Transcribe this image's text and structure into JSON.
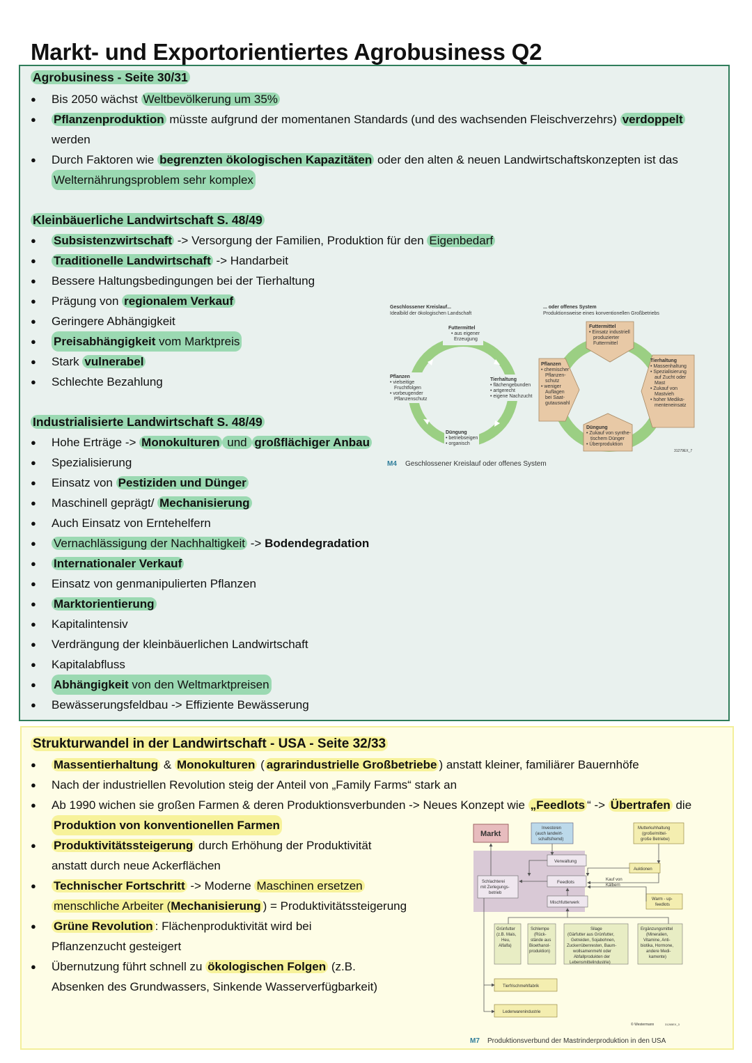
{
  "title": "Markt- und Exportorientiertes Agrobusiness Q2",
  "section1": {
    "heading": "Agrobusiness - Seite 30/31",
    "b1": {
      "a": "Bis 2050 wächst ",
      "h": "Weltbevölkerung um 35%"
    },
    "b2": {
      "h1": "Pflanzenproduktion",
      "a": " müsste aufgrund der momentanen Standards (und des wachsenden Fleischverzehrs) ",
      "h2": "verdoppelt",
      "line2": "werden"
    },
    "b3": {
      "a": "Durch Faktoren wie ",
      "h": "begrenzten ökologischen Kapazitäten",
      "b": " oder den alten & neuen Landwirtschaftskonzepten ist das",
      "line2": "Welternährungsproblem sehr komplex"
    }
  },
  "section2": {
    "heading": "Kleinbäuerliche Landwirtschaft S. 48/49",
    "b1": {
      "h": "Subsistenzwirtschaft",
      "a": " -> Versorgung der Familien, Produktion für den ",
      "h2": "Eigenbedarf"
    },
    "b2": {
      "h": "Traditionelle Landwirtschaft",
      "a": " -> Handarbeit"
    },
    "b3": "Bessere Haltungsbedingungen bei der Tierhaltung",
    "b4": {
      "a": "Prägung von ",
      "h": "regionalem Verkauf"
    },
    "b5": "Geringere Abhängigkeit",
    "b6": {
      "h": "Preisabhängigkeit",
      "a": " vom Marktpreis"
    },
    "b7": {
      "a": "Stark ",
      "h": "vulnerabel"
    },
    "b8": "Schlechte Bezahlung"
  },
  "section3": {
    "heading": "Industrialisierte Landwirtschaft S. 48/49",
    "b1": {
      "a": "Hohe Erträge -> ",
      "h1": "Monokulturen",
      "b": " und ",
      "h2": "großflächiger Anbau"
    },
    "b2": "Spezialisierung",
    "b3": {
      "a": "Einsatz von ",
      "h": "Pestiziden und Dünger"
    },
    "b4": {
      "a": "Maschinell geprägt/ ",
      "h": "Mechanisierung"
    },
    "b5": "Auch Einsatz von Erntehelfern",
    "b6": {
      "h": "Vernachlässigung der Nachhaltigkeit",
      "a": " -> ",
      "bold": "Bodendegradation"
    },
    "b7": {
      "h": "Internationaler Verkauf"
    },
    "b8": "Einsatz von genmanipulierten Pflanzen",
    "b9": {
      "h": "Marktorientierung"
    },
    "b10": "Kapitalintensiv",
    "b11": "Verdrängung der kleinbäuerlichen Landwirtschaft",
    "b12": "Kapitalabfluss",
    "b13": {
      "h": "Abhängigkeit",
      "a": " von den Weltmarktpreisen"
    },
    "b14": "Bewässerungsfeldbau -> Effiziente Bewässerung"
  },
  "m4": {
    "left_title": "Geschlossener Kreislauf...",
    "left_sub": "Idealbild der ökologischen Landschaft",
    "right_title": "... oder offenes System",
    "right_sub": "Produktionsweise eines konventionellen Großbetriebs",
    "l_futter": "Futtermittel",
    "l_futter_1": "• aus eigener",
    "l_futter_2": "Erzeugung",
    "l_pflanzen": "Pflanzen",
    "l_pflanzen_1": "• vielseitige",
    "l_pflanzen_2": "Fruchtfolgen",
    "l_pflanzen_3": "• vorbeugender",
    "l_pflanzen_4": "Pflanzenschutz",
    "l_tier": "Tierhaltung",
    "l_tier_1": "• flächengebunden",
    "l_tier_2": "• artgerecht",
    "l_tier_3": "• eigene Nachzucht",
    "l_dueng": "Düngung",
    "l_dueng_1": "• betriebseigen",
    "l_dueng_2": "• organisch",
    "r_futter": "Futtermittel",
    "r_futter_1": "• Einsatz industriell",
    "r_futter_2": "produzierter",
    "r_futter_3": "Futtermittel",
    "r_pflanzen": "Pflanzen",
    "r_pflanzen_1": "• chemischer",
    "r_pflanzen_2": "Pflanzen-",
    "r_pflanzen_3": "schutz",
    "r_pflanzen_4": "• weniger",
    "r_pflanzen_5": "Auflagen",
    "r_pflanzen_6": "bei Saat-",
    "r_pflanzen_7": "gutauswahl",
    "r_tier": "Tierhaltung",
    "r_tier_1": "• Massenhaltung",
    "r_tier_2": "• Spezialisierung",
    "r_tier_3": "auf Zucht oder",
    "r_tier_4": "Mast",
    "r_tier_5": "• Zukauf von",
    "r_tier_6": "Mastvieh",
    "r_tier_7": "• hoher Medika-",
    "r_tier_8": "menteneinsatz",
    "r_dueng": "Düngung",
    "r_dueng_1": "• Zukauf von synthe-",
    "r_dueng_2": "tischem Dünger",
    "r_dueng_3": "• Überproduktion",
    "code": "31279EX_7",
    "cap_num": "M4",
    "caption": "Geschlossener Kreislauf oder offenes System"
  },
  "section4": {
    "heading": "Strukturwandel in der Landwirtschaft - USA - Seite 32/33",
    "b1": {
      "h1": "Massentierhaltung",
      "a": " & ",
      "h2": "Monokulturen",
      "b": " (",
      "h3": "agrarindustrielle Großbetriebe",
      "c": ") anstatt kleiner, familiärer Bauernhöfe"
    },
    "b2": "Nach der industriellen Revolution steig der Anteil von „Family Farms“ stark an",
    "b3": {
      "a": "Ab 1990 wichen sie großen Farmen & deren Produktionsverbunden -> Neues Konzept wie ",
      "h1": "„Feedlots",
      "b": "“ -> ",
      "h2": "Übertrafen",
      "c": " die",
      "line2": "Produktion von konventionellen Farmen"
    },
    "b4": {
      "h": "Produktivitätssteigerung",
      "a": " durch Erhöhung der Produktivität",
      "line2": "anstatt durch neue Ackerflächen"
    },
    "b5": {
      "h": "Technischer Fortschritt",
      "a": " -> Moderne ",
      "h2": "Maschinen ersetzen",
      "line2h": "menschliche Arbeiter (",
      "line2b": "Mechanisierung",
      "line2c": ") = Produktivitätssteigerung"
    },
    "b6": {
      "h": "Grüne Revolution",
      "a": ": Flächenproduktivität wird bei",
      "line2": "Pflanzenzucht gesteigert"
    },
    "b7": {
      "a": "Übernutzung führt schnell zu ",
      "h": "ökologischen Folgen",
      "b": " (z.B.",
      "line2": "Absenken des Grundwassers, Sinkende Wasserverfügbarkeit)"
    }
  },
  "m7": {
    "markt": "Markt",
    "investoren_1": "Investoren",
    "investoren_2": "(auch landwirt-",
    "investoren_3": "schaftsfremd)",
    "mutter_1": "Mutterkuhhaltung",
    "mutter_2": "(große/mittel-",
    "mutter_3": "große Betriebe)",
    "verwaltung": "Verwaltung",
    "schlacht_1": "Schlachterei",
    "schlacht_2": "mit Zerlegungs-",
    "schlacht_3": "betrieb",
    "feedlots": "Feedlots",
    "kauf_1": "Kauf von",
    "kauf_2": "Kälbern",
    "auktionen": "Auktionen",
    "misch": "Mischfutterwerk",
    "warm_1": "Warm - up-",
    "warm_2": "feedlots",
    "gruen_1": "Grünfutter",
    "gruen_2": "(z.B. Mais,",
    "gruen_3": "Heu,",
    "gruen_4": "Alfalfa)",
    "schlempe_1": "Schlempe",
    "schlempe_2": "(Rück-",
    "schlempe_3": "stände aus",
    "schlempe_4": "Bioethanol-",
    "schlempe_5": "produktion)",
    "silage_1": "Silage",
    "silage_2": "(Gärfutter aus Grünfutter,",
    "silage_3": "Getreiden, Sojabohnen,",
    "silage_4": "Zuckerrübenresten, Baum-",
    "silage_5": "wollsamenmehl oder",
    "silage_6": "Abfallprodukten der",
    "silage_7": "Lebensmittelindustrie)",
    "erg_1": "Ergänzungsmittel",
    "erg_2": "(Mineralien,",
    "erg_3": "Vitamine, Anti-",
    "erg_4": "biotika, Hormone,",
    "erg_5": "andere Medi-",
    "erg_6": "kamente)",
    "tiermehl": "Tierfrischmehlfabrik",
    "leder": "Lederwarenindustrie",
    "copyright": "© Westermann",
    "code": "31265EX_3",
    "cap_num": "M7",
    "caption": "Produktionsverbund der Mastrinderproduktion in den USA"
  }
}
